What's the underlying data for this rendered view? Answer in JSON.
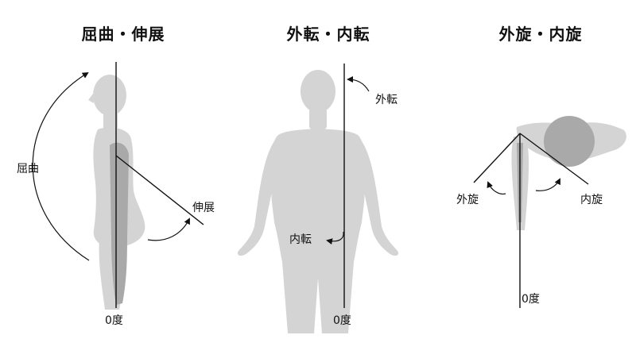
{
  "panels": [
    {
      "title": "屈曲・伸展",
      "labels": {
        "flexion": "屈曲",
        "extension": "伸展",
        "zero": "0度"
      }
    },
    {
      "title": "外転・内転",
      "labels": {
        "abduction": "外転",
        "adduction": "内転",
        "zero": "0度"
      }
    },
    {
      "title": "外旋・内旋",
      "labels": {
        "external_rotation": "外旋",
        "internal_rotation": "内旋",
        "zero": "0度"
      }
    }
  ],
  "colors": {
    "figure_fill": "#d4d4d4",
    "limb_shade": "#a9a9a9",
    "line": "#111111"
  }
}
